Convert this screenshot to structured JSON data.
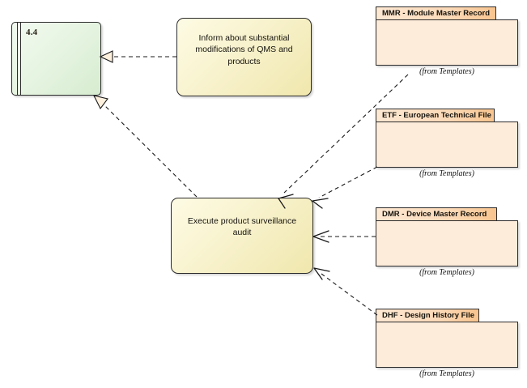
{
  "diagram": {
    "title": "Product surveillance audit - UML activity / package dependency diagram",
    "background": "#ffffff"
  },
  "nodes": {
    "process_ref": {
      "code": "4.4",
      "fill_start": "#f2faf0",
      "fill_end": "#d6ecd0",
      "stroke": "#2b2b2b"
    },
    "activities": [
      {
        "id": "inform",
        "label": "Inform about substantial modifications of QMS and products",
        "fill_start": "#fdfbe4",
        "fill_end": "#f0e7ad"
      },
      {
        "id": "execute",
        "label": "Execute product surveillance audit",
        "fill_start": "#fdfbe4",
        "fill_end": "#f0e7ad"
      }
    ],
    "packages": [
      {
        "id": "mmr",
        "title": "MMR - Module Master Record",
        "from": "(from Templates)",
        "tab_fill": "#fbd9b7",
        "body_fill": "#fdecda"
      },
      {
        "id": "etf",
        "title": "ETF - European Technical File",
        "from": "(from Templates)",
        "tab_fill": "#fbd9b7",
        "body_fill": "#fdecda"
      },
      {
        "id": "dmr",
        "title": "DMR - Device Master Record",
        "from": "(from Templates)",
        "tab_fill": "#fbd9b7",
        "body_fill": "#fdecda"
      },
      {
        "id": "dhf",
        "title": "DHF - Design History File",
        "from": "(from Templates)",
        "tab_fill": "#fbd9b7",
        "body_fill": "#fdecda"
      }
    ]
  },
  "edges": [
    {
      "id": "inform-to-frame",
      "from": "inform",
      "to": "process_ref",
      "style": "dashed",
      "arrow": "hollow-triangle"
    },
    {
      "id": "execute-to-frame",
      "from": "execute",
      "to": "process_ref",
      "style": "dashed",
      "arrow": "hollow-triangle"
    },
    {
      "id": "mmr-to-execute",
      "from": "mmr",
      "to": "execute",
      "style": "dashed",
      "arrow": "open-line"
    },
    {
      "id": "etf-to-execute",
      "from": "etf",
      "to": "execute",
      "style": "dashed",
      "arrow": "open-line"
    },
    {
      "id": "dmr-to-execute",
      "from": "dmr",
      "to": "execute",
      "style": "dashed",
      "arrow": "open-line"
    },
    {
      "id": "dhf-to-execute",
      "from": "dhf",
      "to": "execute",
      "style": "dashed",
      "arrow": "open-line"
    }
  ]
}
